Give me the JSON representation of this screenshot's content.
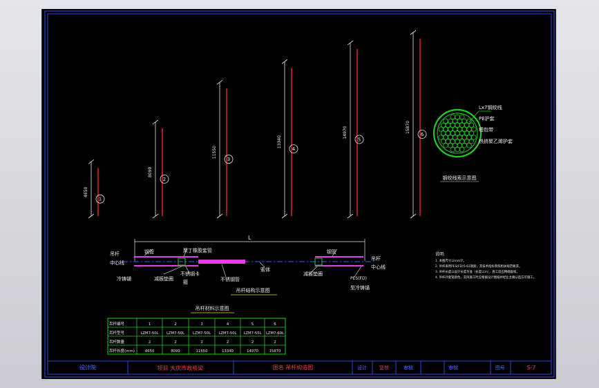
{
  "rods": [
    {
      "number": "1",
      "dim": "4650"
    },
    {
      "number": "2",
      "dim": "8099"
    },
    {
      "number": "3",
      "dim": "11550"
    },
    {
      "number": "4",
      "dim": "13340"
    },
    {
      "number": "5",
      "dim": "14970"
    },
    {
      "number": "6",
      "dim": "15870"
    }
  ],
  "cable": {
    "labels": [
      "Lx7钢绞线",
      "PE护套",
      "缠包带",
      "热挤聚乙烯护套"
    ],
    "caption": "钢绞线索示意图"
  },
  "hanger": {
    "length_label": "L",
    "left_top": "钢管",
    "left_mid1": "吊杆",
    "left_mid2": "中心线",
    "left_bottom": "冷铸锚",
    "top_mid": "聚丁橡胶套管",
    "below_left1": "减振垫圈",
    "below_left2": "不锈钢卡",
    "below_left3": "箍",
    "below_mid": "不锈钢管",
    "rod_label": "索体",
    "right_top": "钢管",
    "right_mid1": "吊杆",
    "right_mid2": "中心线",
    "right_below1": "减振垫圈",
    "right_below2": "PES(FD)",
    "right_below3": "型冷铸锚",
    "caption": "吊杆结构示意图"
  },
  "notes": {
    "title": "说明:",
    "lines": [
      "1. 本图尺寸以mm计。",
      "2. 吊杆采用PES(FD)5-61钢索，其技术指标参照相关规范要求。",
      "3. 吊杆长度以设计长度为准（长度以m），施工前应精确复核。",
      "4. 吊杆外套管颜色，实际施工时应根据设计图纸并经业主确认后方可施工。"
    ]
  },
  "table": {
    "title": "吊杆材料示意图",
    "row_labels": [
      "吊杆编号",
      "吊杆型号",
      "吊杆数量",
      "吊杆长度(mm)"
    ],
    "columns": [
      {
        "no": "1",
        "model": "LZM7-50L",
        "qty": "2",
        "length": "4650"
      },
      {
        "no": "2",
        "model": "LZM7-50L",
        "qty": "2",
        "length": "8099"
      },
      {
        "no": "3",
        "model": "LZM7-50L",
        "qty": "2",
        "length": "11550"
      },
      {
        "no": "4",
        "model": "LZM7-50L",
        "qty": "2",
        "length": "13340"
      },
      {
        "no": "5",
        "model": "LZM7-55L",
        "qty": "2",
        "length": "14970"
      },
      {
        "no": "6",
        "model": "LZM7-60L",
        "qty": "2",
        "length": "15870"
      }
    ]
  },
  "title_block": {
    "designer_label": "设计院",
    "project": "项目  大庆市政桥梁",
    "drawing_name": "图名  吊杆构造图",
    "design": "设计",
    "review": "复核",
    "check": "审核",
    "approve": "审核",
    "drawing_no_label": "图号",
    "drawing_no": "S-7"
  }
}
